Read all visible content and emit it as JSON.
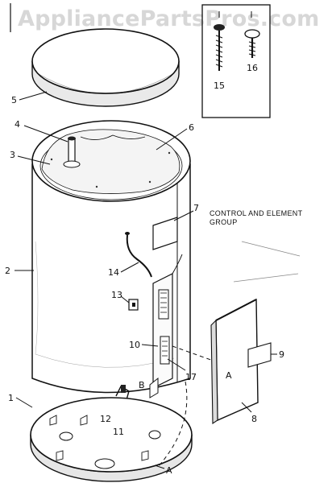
{
  "watermark": "AppliancePartsPros.com",
  "callouts": {
    "c1": "1",
    "c2": "2",
    "c3": "3",
    "c4": "4",
    "c5": "5",
    "c6": "6",
    "c7": "7",
    "c8": "8",
    "c9": "9",
    "c10": "10",
    "c11": "11",
    "c12": "12",
    "c13": "13",
    "c14": "14",
    "c15": "15",
    "c16": "16",
    "c17": "17",
    "cA1": "A",
    "cA2": "A",
    "cB": "B"
  },
  "notes": {
    "control_line1": "CONTROL AND ELEMENT",
    "control_line2": "GROUP"
  }
}
